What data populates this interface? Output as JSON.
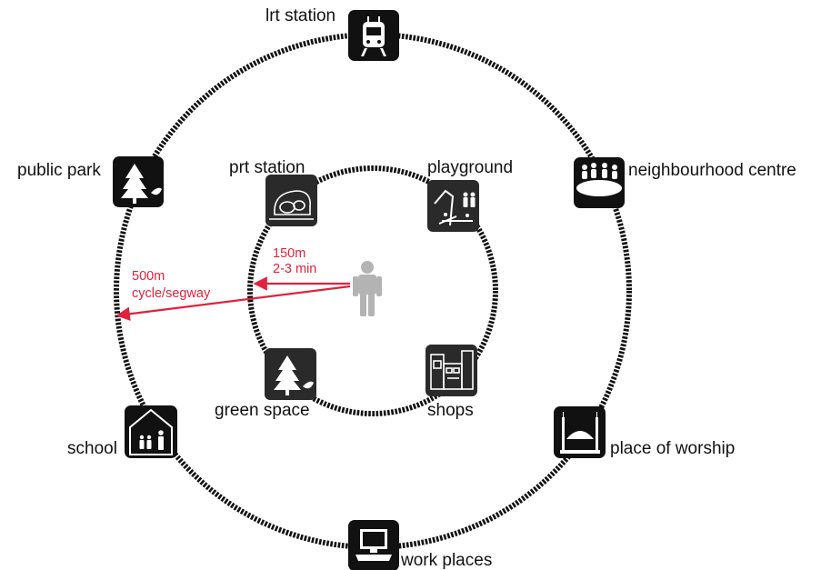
{
  "outer_ring": {
    "lrt_station": "lrt station",
    "public_park": "public park",
    "neighbourhood_centre": "neighbourhood centre",
    "school": "school",
    "place_of_worship": "place of worship",
    "work_places": "work places"
  },
  "inner_ring": {
    "prt_station": "prt station",
    "playground": "playground",
    "green_space": "green space",
    "shops": "shops"
  },
  "distances": {
    "inner_distance": "150m",
    "inner_time": "2-3 min",
    "outer_distance": "500m",
    "outer_mode": "cycle/segway"
  },
  "colors": {
    "arrow": "#e0223c",
    "tile": "#111111",
    "person": "#b3b3b3"
  },
  "icons": [
    "train-icon",
    "tree-icon",
    "group-table-icon",
    "school-house-icon",
    "mosque-icon",
    "computer-icon",
    "pod-vehicle-icon",
    "playground-icon",
    "shop-icon",
    "person-icon"
  ]
}
